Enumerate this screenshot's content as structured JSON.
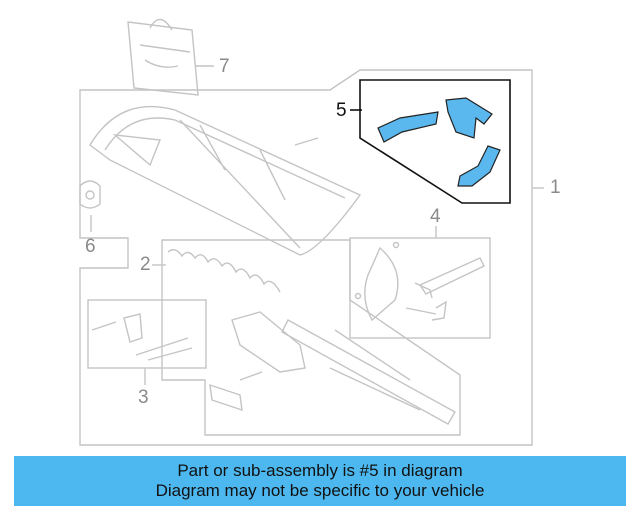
{
  "diagram": {
    "callouts": [
      "1",
      "2",
      "3",
      "4",
      "5",
      "6",
      "7"
    ],
    "highlight_color": "#5bb8ee",
    "highlighted_part": "5"
  },
  "banner": {
    "line1": "Part or sub-assembly is #5 in diagram",
    "line2": "Diagram may not be specific to your vehicle",
    "background": "#4db8f0"
  }
}
